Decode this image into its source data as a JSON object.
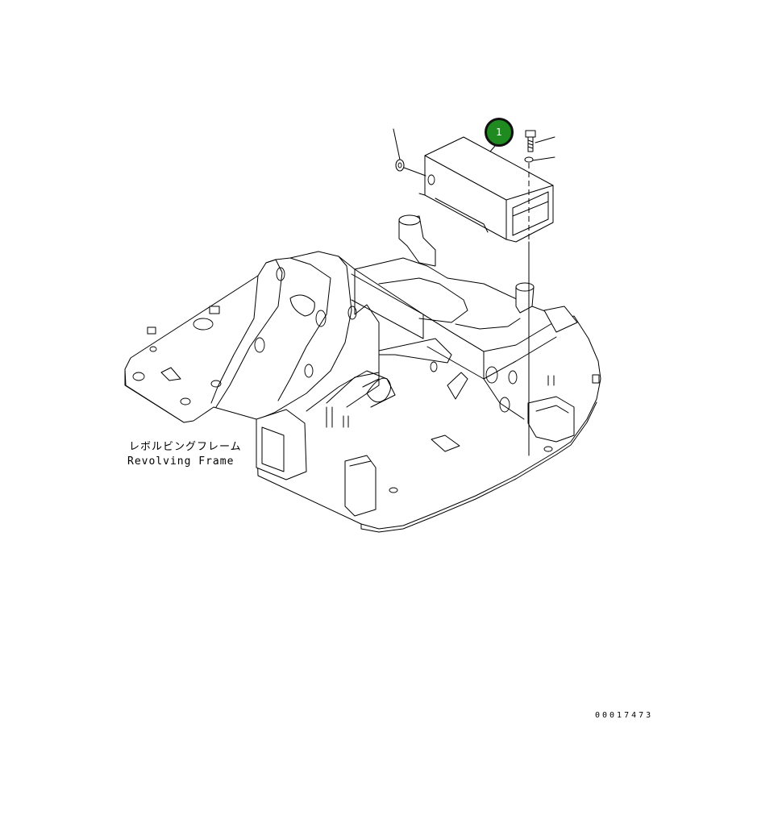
{
  "diagram": {
    "frame_label_jp": "レボルビングフレーム",
    "frame_label_en": "Revolving Frame",
    "drawing_number": "00017473",
    "callout_color": "#1f8a1f",
    "callouts": [
      {
        "number": "1"
      }
    ]
  }
}
